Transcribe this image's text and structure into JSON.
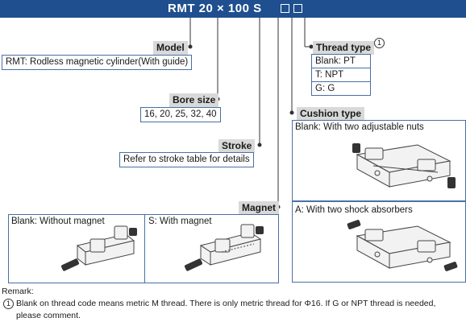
{
  "header": {
    "code": "RMT  20 × 100 S",
    "placeholder_boxes": 2,
    "bar_color": "#1f4f8e"
  },
  "model": {
    "label": "Model",
    "value": "RMT: Rodless magnetic cylinder(With guide)"
  },
  "bore": {
    "label": "Bore size",
    "value": "16, 20, 25, 32, 40"
  },
  "stroke": {
    "label": "Stroke",
    "value": "Refer to stroke table for details"
  },
  "magnet": {
    "label": "Magnet",
    "options": [
      {
        "text": "Blank: Without magnet"
      },
      {
        "text": "S: With magnet"
      }
    ]
  },
  "thread": {
    "label": "Thread type",
    "note_mark": "1",
    "options": [
      "Blank: PT",
      "T: NPT",
      "G: G"
    ]
  },
  "cushion": {
    "label": "Cushion type",
    "options": [
      {
        "text": "Blank: With two adjustable nuts"
      },
      {
        "text": "A: With two shock absorbers"
      }
    ]
  },
  "remark": {
    "title": "Remark:",
    "mark": "1",
    "line1": "Blank on thread code means metric M thread. There is only metric thread for Φ16. If G or NPT thread is needed,",
    "line2": "please comment."
  },
  "icons": [
    "cylinder-with-nuts-illustration",
    "cylinder-with-shock-absorbers-illustration",
    "cylinder-without-magnet-illustration",
    "cylinder-with-magnet-illustration"
  ]
}
